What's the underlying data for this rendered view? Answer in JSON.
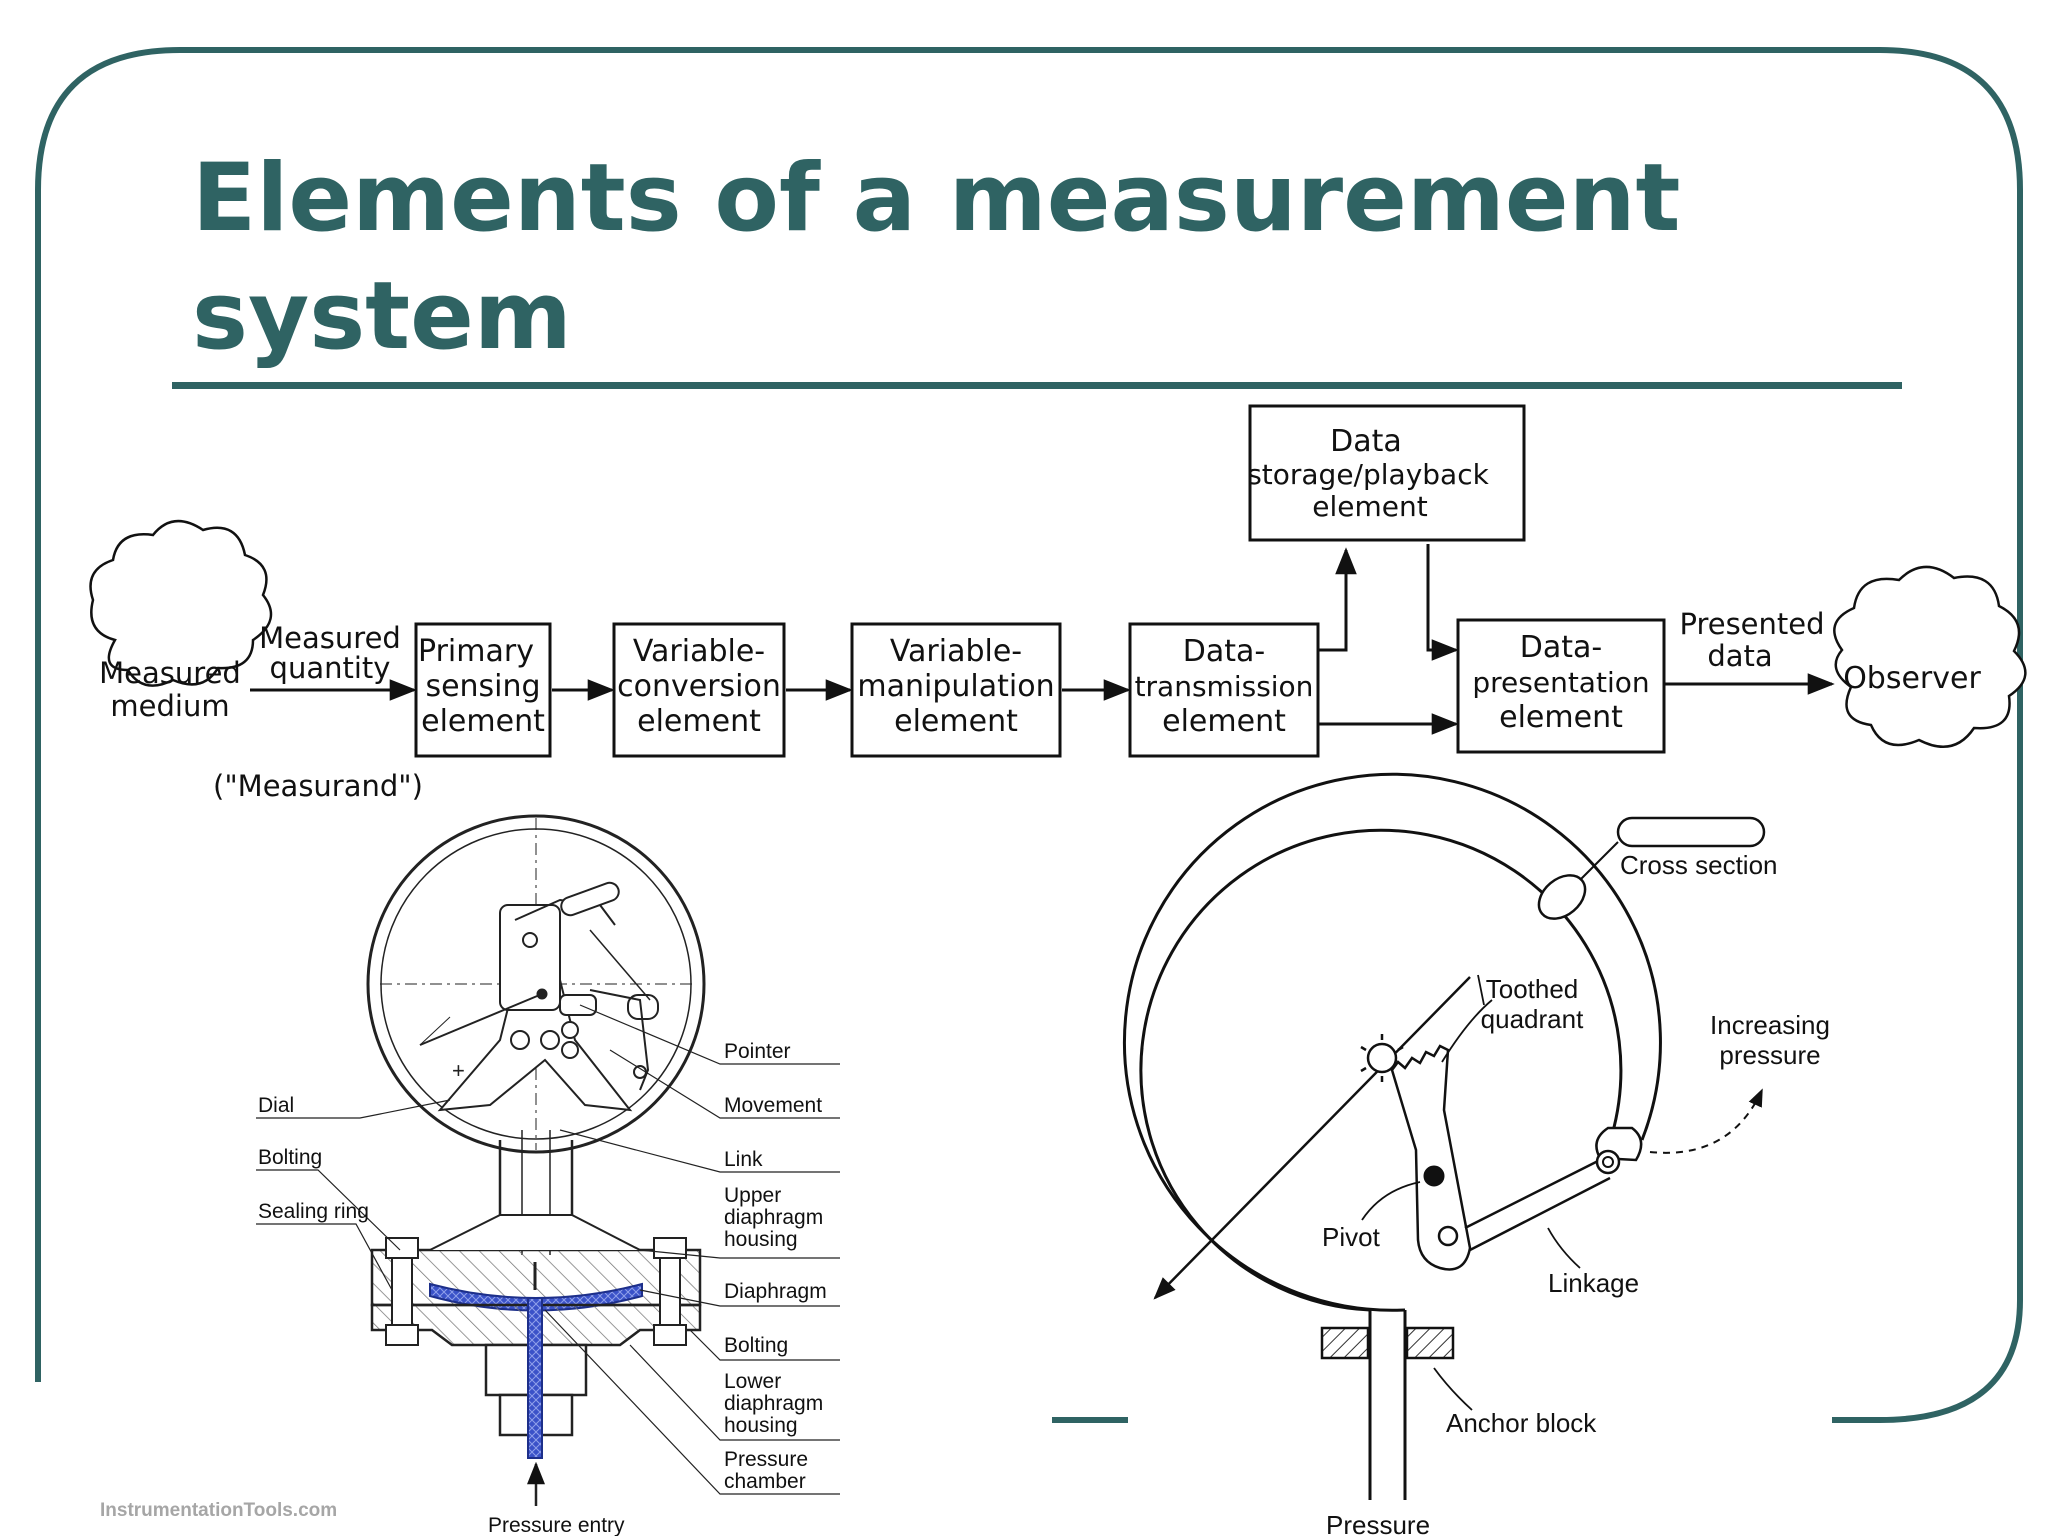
{
  "title_lines": [
    "Elements of a measurement",
    "system"
  ],
  "theme": {
    "accent": "#2f6363",
    "diaphragm_blue": "#3a52c8"
  },
  "block_diagram": {
    "source_cloud": [
      "Measured",
      "medium"
    ],
    "input_label": [
      "Measured",
      "quantity"
    ],
    "measurand_note": "(\"Measurand\")",
    "blocks": {
      "primary": [
        "Primary",
        "sensing",
        "element"
      ],
      "conversion": [
        "Variable-",
        "conversion",
        "element"
      ],
      "manipulation": [
        "Variable-",
        "manipulation",
        "element"
      ],
      "transmission": [
        "Data-",
        "transmission",
        "element"
      ],
      "storage": [
        "Data",
        "storage/playback",
        "element"
      ],
      "presentation": [
        "Data-",
        "presentation",
        "element"
      ]
    },
    "output_label": [
      "Presented",
      "data"
    ],
    "observer_cloud": "Observer"
  },
  "diaphragm_gauge": {
    "left_labels": [
      "Dial",
      "Bolting",
      "Sealing ring"
    ],
    "right_labels": {
      "pointer": [
        "Pointer"
      ],
      "movement": [
        "Movement"
      ],
      "link": [
        "Link"
      ],
      "upper_housing": [
        "Upper",
        "diaphragm",
        "housing"
      ],
      "diaphragm": [
        "Diaphragm"
      ],
      "bolting": [
        "Bolting"
      ],
      "lower_housing": [
        "Lower",
        "diaphragm",
        "housing"
      ],
      "chamber": [
        "Pressure",
        "chamber"
      ]
    },
    "entry_label": "Pressure entry"
  },
  "bourdon_gauge": {
    "cross_section": "Cross section",
    "toothed_quadrant": [
      "Toothed",
      "quadrant"
    ],
    "increasing_pressure": [
      "Increasing",
      "pressure"
    ],
    "pivot": "Pivot",
    "linkage": "Linkage",
    "anchor_block": "Anchor block",
    "pressure": "Pressure"
  },
  "watermark": "InstrumentationTools.com"
}
